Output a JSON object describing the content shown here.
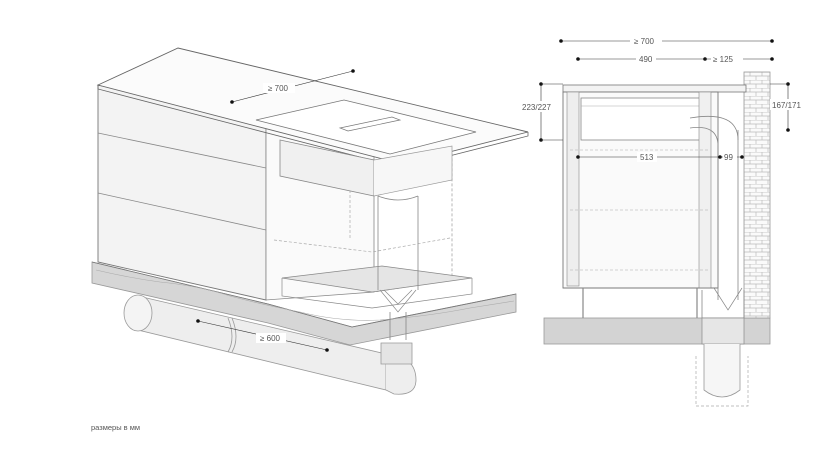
{
  "perspective_view": {
    "depth_label": "≥ 700",
    "duct_length_label": "≥ 600"
  },
  "section_view": {
    "width_label": "≥ 700",
    "depth_label": "490",
    "gap_label": "≥ 125",
    "left_height_label": "223/227",
    "right_height_label": "167/171",
    "inner_width_label": "513",
    "duct_offset_label": "99"
  },
  "caption": "размеры в мм"
}
